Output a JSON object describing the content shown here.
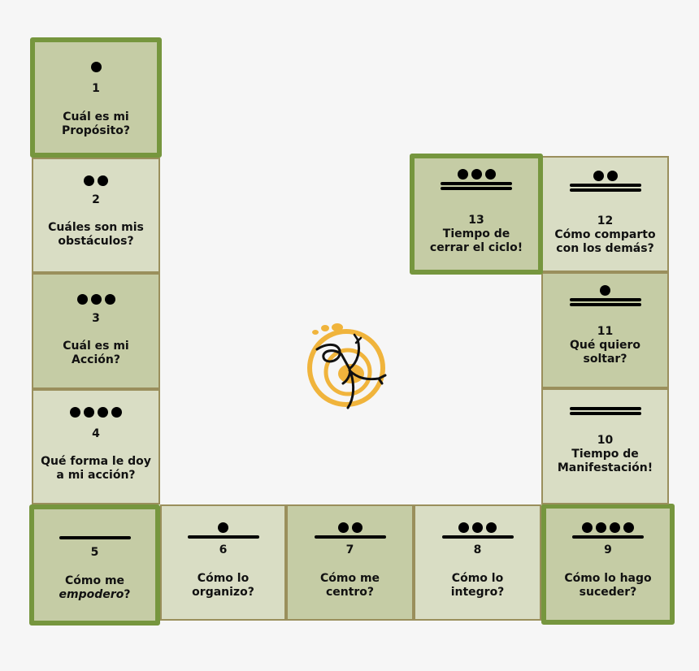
{
  "board": {
    "cells": [
      {
        "num": "1",
        "line1": "Cuál es mi",
        "line2": "Propósito?",
        "dots": 1,
        "bars": 0,
        "glyph": "one-dot-icon"
      },
      {
        "num": "2",
        "line1": "Cuáles son mis",
        "line2": "obstáculos?",
        "dots": 2,
        "bars": 0,
        "glyph": "two-dots-icon"
      },
      {
        "num": "3",
        "line1": "Cuál es mi",
        "line2": "Acción?",
        "dots": 3,
        "bars": 0,
        "glyph": "three-dots-icon"
      },
      {
        "num": "4",
        "line1": "Qué forma le doy",
        "line2": "a mi acción?",
        "dots": 4,
        "bars": 0,
        "glyph": "four-dots-icon"
      },
      {
        "num": "5",
        "line1": "Cómo me",
        "line2_em": "empodero",
        "line2_tail": "?",
        "dots": 0,
        "bars": 1,
        "glyph": "bar-icon"
      },
      {
        "num": "6",
        "line1": "Cómo lo",
        "line2": "organizo?",
        "dots": 1,
        "bars": 1,
        "glyph": "dot-bar-icon"
      },
      {
        "num": "7",
        "line1": "Cómo me",
        "line2": "centro?",
        "dots": 2,
        "bars": 1,
        "glyph": "two-dots-bar-icon"
      },
      {
        "num": "8",
        "line1": "Cómo lo",
        "line2": "integro?",
        "dots": 3,
        "bars": 1,
        "glyph": "three-dots-bar-icon"
      },
      {
        "num": "9",
        "line1": "Cómo lo hago",
        "line2": "suceder?",
        "dots": 4,
        "bars": 1,
        "glyph": "four-dots-bar-icon"
      },
      {
        "num": "10",
        "line1": "Tiempo de",
        "line2": "Manifestación!",
        "dots": 0,
        "bars": 2,
        "glyph": "two-bars-icon"
      },
      {
        "num": "11",
        "line1": "Qué quiero",
        "line2": "soltar?",
        "dots": 1,
        "bars": 2,
        "glyph": "dot-two-bars-icon"
      },
      {
        "num": "12",
        "line1": "Cómo comparto",
        "line2": "con los demás?",
        "dots": 2,
        "bars": 2,
        "glyph": "two-dots-two-bars-icon"
      },
      {
        "num": "13",
        "line1": "Tiempo de",
        "line2": "cerrar el ciclo!",
        "dots": 3,
        "bars": 2,
        "glyph": "three-dots-two-bars-icon"
      }
    ]
  },
  "colors": {
    "highlight_border": "#76963e",
    "light_cell": "#d9ddc4",
    "dark_cell": "#c5cca5",
    "logo_orange": "#f0b43c"
  },
  "logo": {
    "icon": "spiral-figure-logo"
  }
}
